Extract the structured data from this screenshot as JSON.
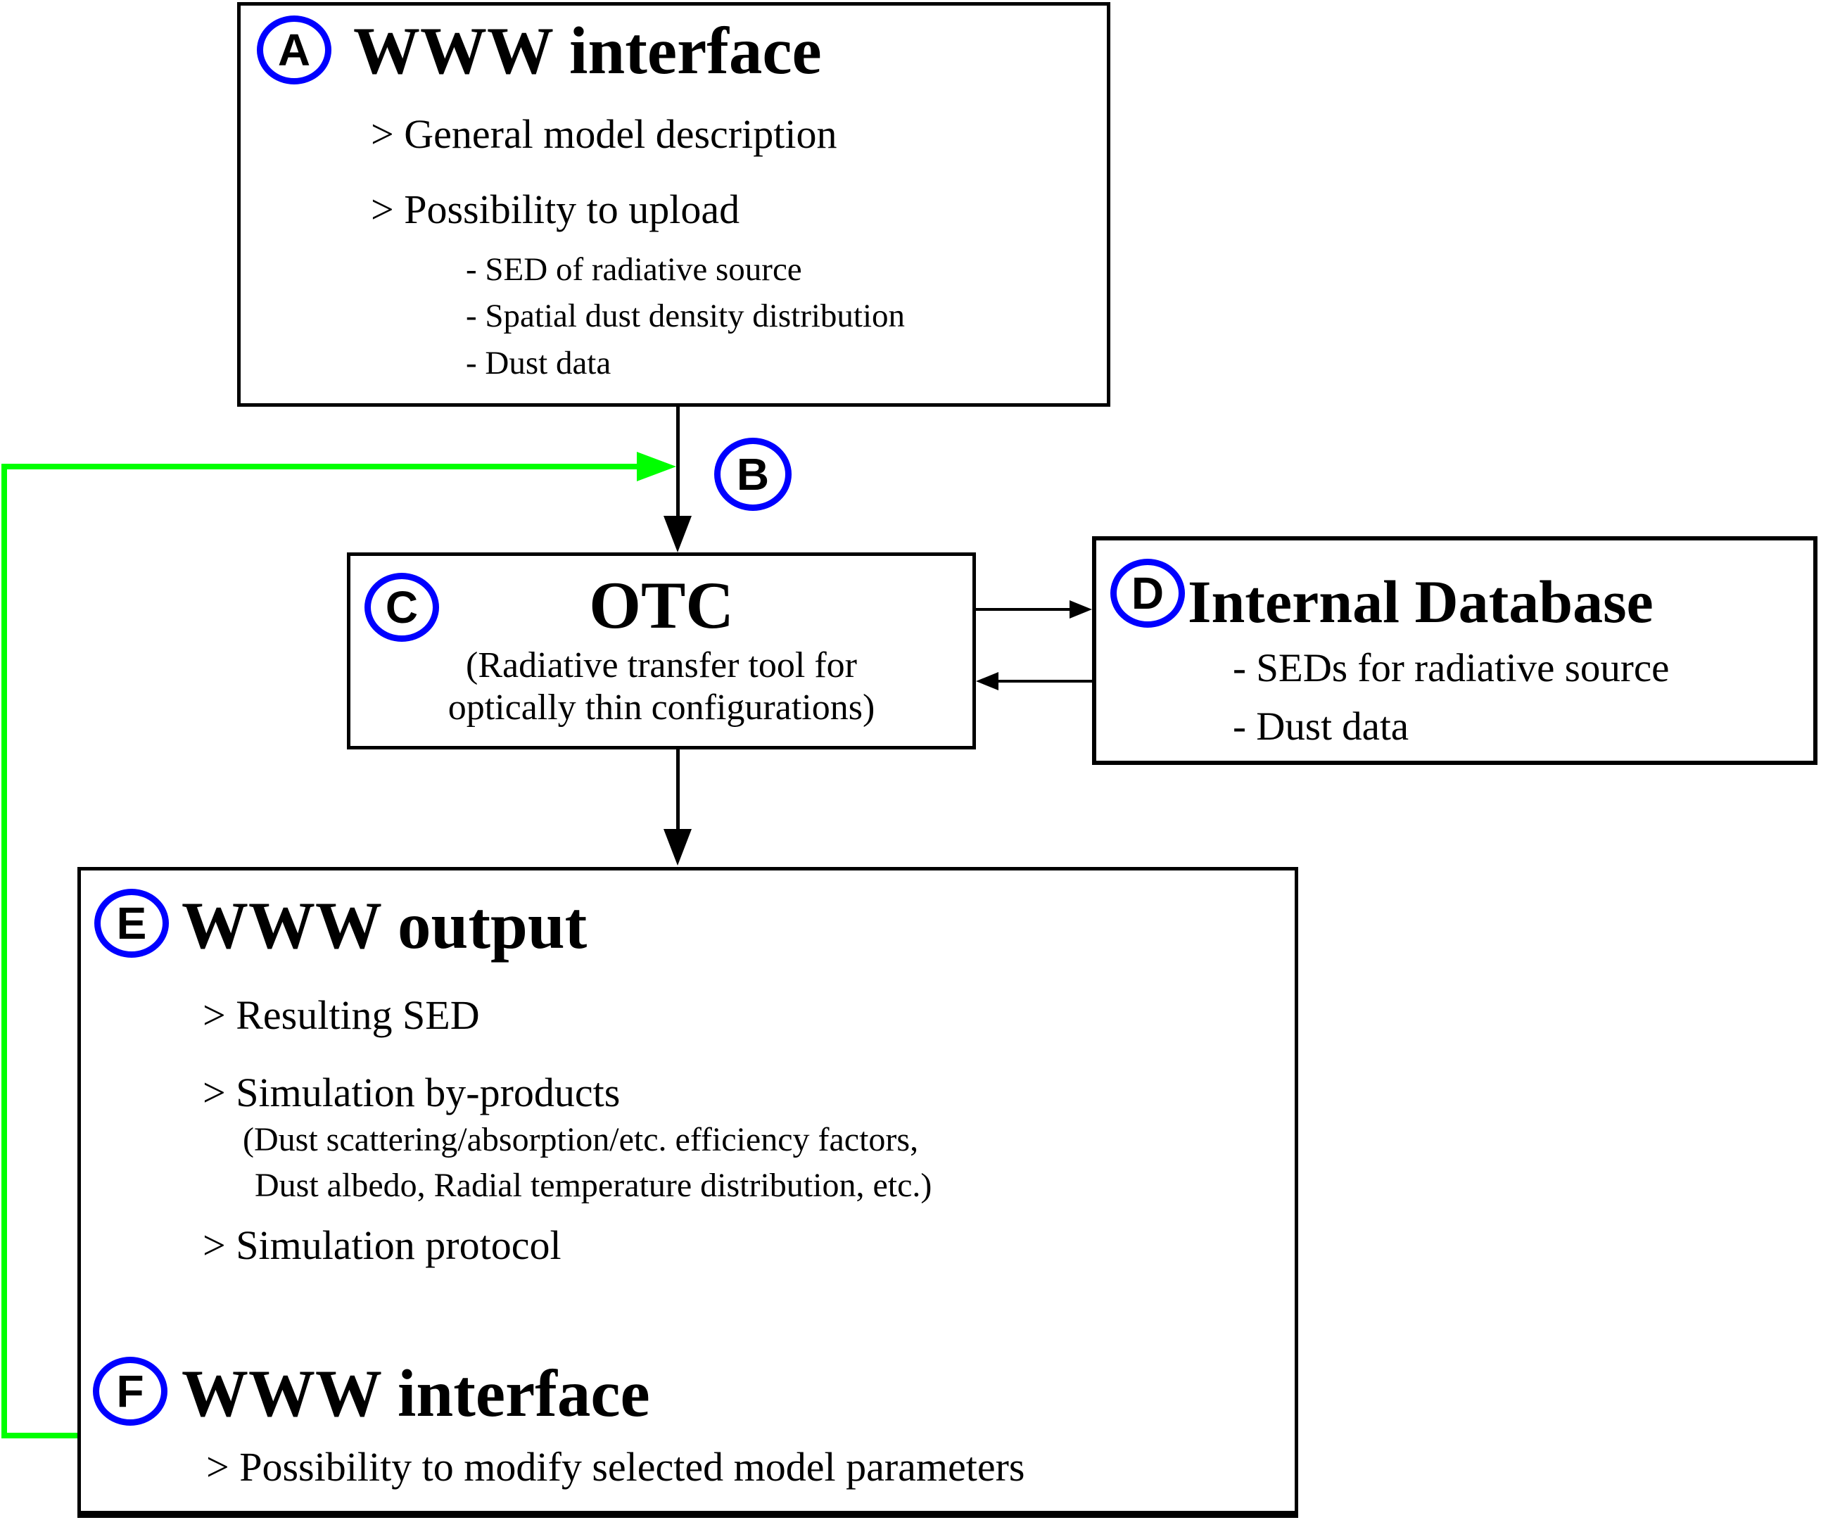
{
  "diagram": {
    "box_a": {
      "letter": "A",
      "title": "WWW interface",
      "bullets": [
        "> General model description",
        "> Possibility to upload"
      ],
      "subitems": [
        "- SED of radiative source",
        "- Spatial dust density distribution",
        "- Dust data"
      ]
    },
    "label_b": {
      "letter": "B"
    },
    "box_c": {
      "letter": "C",
      "title": "OTC",
      "subtitle_lines": [
        "(Radiative transfer tool for",
        "optically thin configurations)"
      ]
    },
    "box_d": {
      "letter": "D",
      "title": "Internal Database",
      "items": [
        "- SEDs for radiative source",
        "- Dust data"
      ]
    },
    "section_e": {
      "letter": "E",
      "title": "WWW output",
      "bullets": [
        "> Resulting SED",
        "> Simulation by-products",
        "> Simulation protocol"
      ],
      "notes": [
        "(Dust scattering/absorption/etc. efficiency factors,",
        "Dust albedo, Radial temperature distribution, etc.)"
      ]
    },
    "section_f": {
      "letter": "F",
      "title": "WWW interface",
      "bullet": "> Possibility to modify selected model parameters"
    },
    "colors": {
      "circle_blue": "#0000ff",
      "feedback_green": "#00ff00",
      "line_black": "#000000",
      "background": "#ffffff"
    }
  }
}
